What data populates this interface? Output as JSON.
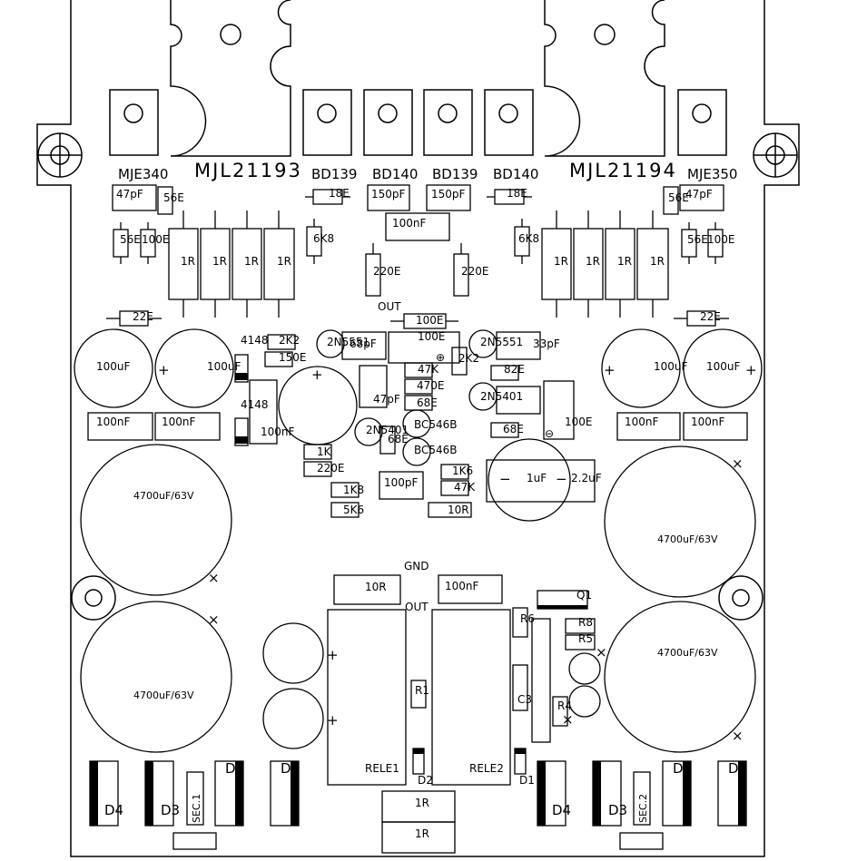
{
  "transistors": {
    "mje340": "MJE340",
    "mjl21193": "MJL21193",
    "bd139_a": "BD139",
    "bd140_a": "BD140",
    "bd139_b": "BD139",
    "bd140_b": "BD140",
    "mjl21194": "MJL21194",
    "mje350": "MJE350"
  },
  "labels": {
    "out_top": "OUT",
    "gnd": "GND",
    "out_mid": "OUT",
    "rele1": "RELE1",
    "rele2": "RELE2",
    "d2_bottom": "D2",
    "d1_bottom": "D1",
    "q1": "Q1",
    "r6": "R6",
    "r8": "R8",
    "r5": "R5",
    "r1": "R1",
    "c3": "C3",
    "r4": "R4",
    "sec1": "SEC.1",
    "sec2": "SEC.2",
    "d4_left": "D4",
    "d3_left": "D3",
    "d2_left": "D2",
    "d1_left": "D",
    "d4_right": "D4",
    "d3_right": "D3",
    "d2_right": "D2",
    "d1_right": "D"
  },
  "values": {
    "c47p_l": "47pF",
    "r56_l": "56E",
    "r18_l": "18E",
    "c150_l": "150pF",
    "c150_r": "150pF",
    "r18_r": "18E",
    "r56_r": "56E",
    "c47p_r": "47pF",
    "c100n_top": "100nF",
    "r56_l2": "56E",
    "r100_l2": "100E",
    "r1r_l1": "1R",
    "r1r_l2": "1R",
    "r1r_l3": "1R",
    "r1r_l4": "1R",
    "r6k8_l": "6K8",
    "r220_l": "220E",
    "r220_r": "220E",
    "r6k8_r": "6K8",
    "r1r_r1": "1R",
    "r1r_r2": "1R",
    "r1r_r3": "1R",
    "r1r_r4": "1R",
    "r56_r2": "56E",
    "r100_r2": "100E",
    "r22_l": "22E",
    "r22_r": "22E",
    "r100e_a": "100E",
    "r100e_b": "100E",
    "d4148_a": "4148",
    "r2k2_a": "2K2",
    "r150e": "150E",
    "q2n5551_a": "2N5551",
    "c68pf": "68pF",
    "q2n5551_b": "2N5551",
    "c33pf": "33pF",
    "r2k2_b": "2K2",
    "r47k_a": "47K",
    "r470e": "470E",
    "r82e": "82E",
    "c47pf": "47pF",
    "r68e_a": "68E",
    "q2n5401": "2N5401",
    "r100e_c": "100E",
    "d4148_b": "4148",
    "q2n5401_b": "2N5401",
    "r68e_b": "68E",
    "bc546b_a": "BC546B",
    "r68e_c": "68E",
    "bc546b_b": "BC546B",
    "r1k": "1K",
    "r220e_c": "220E",
    "r1k6": "1K6",
    "r47k_b": "47K",
    "c100pf": "100pF",
    "r1k8": "1K8",
    "r5k6": "5K6",
    "r10r_a": "10R",
    "c_1uf": "1uF",
    "c_22uf": "2.2uF",
    "c100uf_1": "100uF",
    "c100uf_2": "100uF",
    "c100uf_3": "100uF",
    "c100uf_4": "100uF",
    "c100nf_1": "100nF",
    "c100nf_2": "100nF",
    "c100nf_3": "100nF",
    "c100nf_4": "100nF",
    "c100nf_5": "100nF",
    "c4700_1": "4700uF/63V",
    "c4700_2": "4700uF/63V",
    "c4700_3": "4700uF/63V",
    "c4700_4": "4700uF/63V",
    "r10r_b": "10R",
    "c100nf_6": "100nF",
    "r1r_bot1": "1R",
    "r1r_bot2": "1R"
  },
  "symbols": {
    "plus": "+",
    "minus": "−",
    "cross": "×",
    "polarity_plus": "⊕",
    "polarity_minus": "⊖"
  }
}
